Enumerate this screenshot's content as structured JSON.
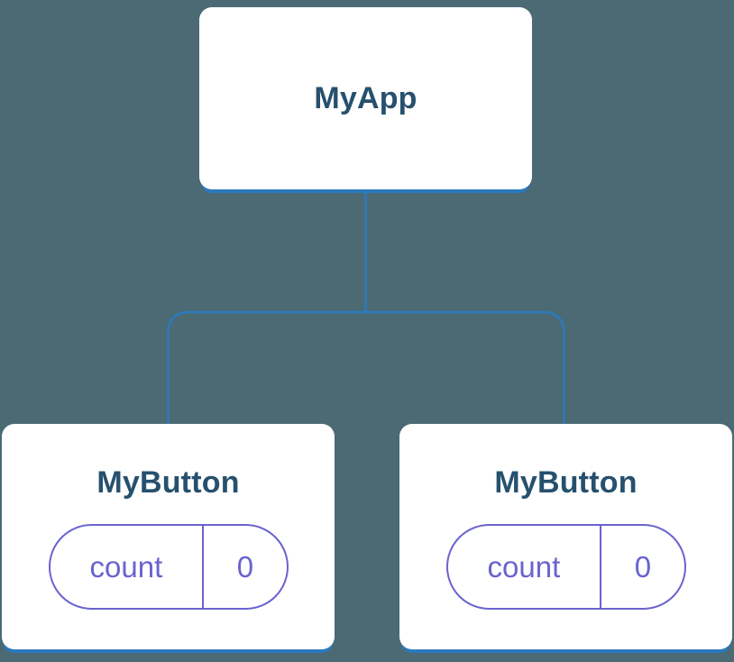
{
  "tree": {
    "root": {
      "label": "MyApp"
    },
    "children": [
      {
        "label": "MyButton",
        "state": {
          "key": "count",
          "value": "0"
        }
      },
      {
        "label": "MyButton",
        "state": {
          "key": "count",
          "value": "0"
        }
      }
    ]
  },
  "colors": {
    "background": "#4b6a74",
    "card_background": "#ffffff",
    "card_shadow": "#2b7abd",
    "connector": "#2b7abd",
    "node_label": "#26506e",
    "state_pill": "#6a63cf"
  }
}
